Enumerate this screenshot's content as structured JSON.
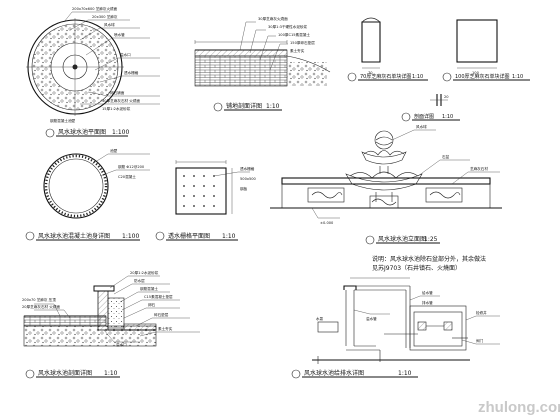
{
  "drawing": {
    "titles": {
      "fountain_plan": "风水球水池平面图",
      "fountain_plan_scale": "1:100",
      "concrete_wall": "风水球水池混凝土池身详图",
      "concrete_wall_scale": "1:100",
      "paving_section": "铺地剖面详图",
      "paving_section_scale": "1:10",
      "grille_plan": "透水栅格平面图",
      "grille_plan_scale": "1:10",
      "pool_section": "风水球水池剖面详图",
      "pool_section_scale": "1:10",
      "elevation": "风水球水池立面图",
      "elevation_scale": "1:25",
      "drainage": "风水球水池给排水详图",
      "drainage_scale": "1:10",
      "stone70": "70厚芝麻灰石单块详图",
      "stone70_scale": "1:10",
      "stone100": "100厚芝麻灰石单块详图",
      "stone100_scale": "1:10",
      "section_small": "剖面详图",
      "section_small_scale": "1:10"
    },
    "memo": {
      "line1": "说明：风水球水池除石盆部分外，其余做法",
      "line2": "见苏J9703（石井镇石、火燒面）"
    },
    "annotations": {
      "plan_1": "200x70x600 芝麻灰火燒面",
      "plan_2": "20x300 芝麻灰",
      "plan_3": "风水球",
      "plan_4": "喷水管",
      "plan_5": "溢水口",
      "plan_6": "透水栅格",
      "plan_7": "卵石铺面",
      "plan_8": "30厚芝麻灰石材 火燒面",
      "plan_9": "15厚1:2水泥砂浆",
      "plan_10": "钢筋混凝土池壁",
      "wall_1": "池壁",
      "wall_2": "钢筋 Φ12@200",
      "wall_3": "C20混凝土",
      "pave_1": "30厚芝麻灰火燒面",
      "pave_2": "30厚1:3干硬性水泥砂浆",
      "pave_3": "100厚C15素混凝土",
      "pave_4": "150厚碎石垫层",
      "pave_5": "素土夯实",
      "grille_1": "透水栅格",
      "grille_2": "500x500",
      "grille_3": "钢板",
      "elev_1": "风水球",
      "elev_2": "石盆",
      "elev_3": "芝麻灰石材",
      "elev_4": "±0.000",
      "pool_1": "200x70 芝麻灰 压顶",
      "pool_2": "20厚芝麻灰石材 火燒面",
      "pool_3": "20厚1:2水泥砂浆",
      "pool_4": "防水层",
      "pool_5": "钢筋混凝土",
      "pool_6": "C15素混凝土垫层",
      "pool_7": "卵石",
      "pool_8": "碎石垫层",
      "pool_9": "素土夯实",
      "pool_10": "溢水口",
      "drain_1": "水泵",
      "drain_2": "给水管",
      "drain_3": "排水管",
      "drain_4": "溢水管",
      "drain_5": "检修井",
      "drain_6": "阀门",
      "stone_1": "70",
      "stone_2": "100",
      "sec_1": "20"
    },
    "watermark": "zhulong.com"
  }
}
